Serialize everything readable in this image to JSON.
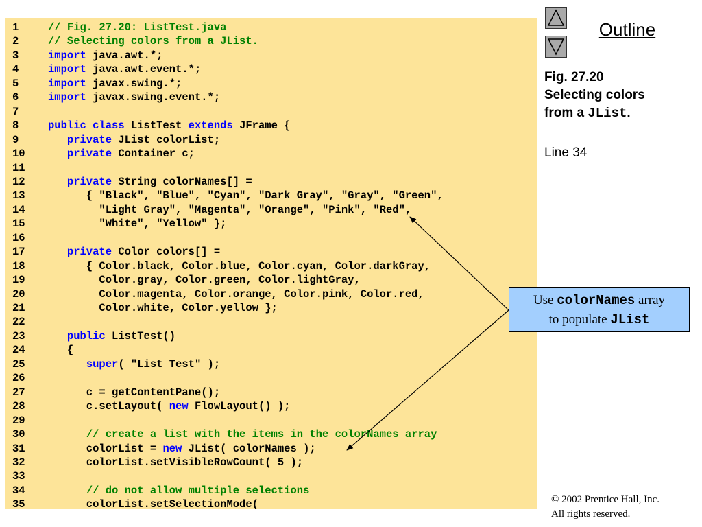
{
  "outline_label": "Outline",
  "nav": {
    "up_icon": "triangle-up-icon",
    "down_icon": "triangle-down-icon"
  },
  "caption": {
    "line1": "Fig. 27.20",
    "line2": "Selecting colors",
    "line3_prefix": "from a ",
    "line3_code": "JList",
    "line3_suffix": "."
  },
  "line_ref": "Line 34",
  "callout": {
    "prefix": "Use ",
    "code1": "colorNames",
    "mid": " array",
    "line2_prefix": "to populate ",
    "code2": "JList"
  },
  "copyright": {
    "symbol": "©",
    "line1": " 2002 Prentice Hall, Inc.",
    "line2": "All rights reserved."
  },
  "colors": {
    "code_bg": "#fde499",
    "keyword": "#0000ff",
    "comment": "#008000",
    "callout_bg": "#a3cffe"
  },
  "code_lines": [
    {
      "n": "1",
      "parts": [
        [
          "cm",
          "// Fig. 27.20: ListTest.java"
        ]
      ]
    },
    {
      "n": "2",
      "parts": [
        [
          "cm",
          "// Selecting colors from a JList."
        ]
      ]
    },
    {
      "n": "3",
      "parts": [
        [
          "kw",
          "import"
        ],
        [
          "t",
          " java.awt.*;"
        ]
      ]
    },
    {
      "n": "4",
      "parts": [
        [
          "kw",
          "import"
        ],
        [
          "t",
          " java.awt.event.*;"
        ]
      ]
    },
    {
      "n": "5",
      "parts": [
        [
          "kw",
          "import"
        ],
        [
          "t",
          " javax.swing.*;"
        ]
      ]
    },
    {
      "n": "6",
      "parts": [
        [
          "kw",
          "import"
        ],
        [
          "t",
          " javax.swing.event.*;"
        ]
      ]
    },
    {
      "n": "7",
      "parts": []
    },
    {
      "n": "8",
      "parts": [
        [
          "kw",
          "public class"
        ],
        [
          "t",
          " ListTest "
        ],
        [
          "kw",
          "extends"
        ],
        [
          "t",
          " JFrame {"
        ]
      ]
    },
    {
      "n": "9",
      "parts": [
        [
          "t",
          "   "
        ],
        [
          "kw",
          "private"
        ],
        [
          "t",
          " JList colorList;"
        ]
      ]
    },
    {
      "n": "10",
      "parts": [
        [
          "t",
          "   "
        ],
        [
          "kw",
          "private"
        ],
        [
          "t",
          " Container c;"
        ]
      ]
    },
    {
      "n": "11",
      "parts": []
    },
    {
      "n": "12",
      "parts": [
        [
          "t",
          "   "
        ],
        [
          "kw",
          "private"
        ],
        [
          "t",
          " String colorNames[] ="
        ]
      ]
    },
    {
      "n": "13",
      "parts": [
        [
          "t",
          "      { \"Black\", \"Blue\", \"Cyan\", \"Dark Gray\", \"Gray\", \"Green\","
        ]
      ]
    },
    {
      "n": "14",
      "parts": [
        [
          "t",
          "        \"Light Gray\", \"Magenta\", \"Orange\", \"Pink\", \"Red\","
        ]
      ]
    },
    {
      "n": "15",
      "parts": [
        [
          "t",
          "        \"White\", \"Yellow\" };"
        ]
      ]
    },
    {
      "n": "16",
      "parts": []
    },
    {
      "n": "17",
      "parts": [
        [
          "t",
          "   "
        ],
        [
          "kw",
          "private"
        ],
        [
          "t",
          " Color colors[] ="
        ]
      ]
    },
    {
      "n": "18",
      "parts": [
        [
          "t",
          "      { Color.black, Color.blue, Color.cyan, Color.darkGray,"
        ]
      ]
    },
    {
      "n": "19",
      "parts": [
        [
          "t",
          "        Color.gray, Color.green, Color.lightGray,"
        ]
      ]
    },
    {
      "n": "20",
      "parts": [
        [
          "t",
          "        Color.magenta, Color.orange, Color.pink, Color.red,"
        ]
      ]
    },
    {
      "n": "21",
      "parts": [
        [
          "t",
          "        Color.white, Color.yellow };"
        ]
      ]
    },
    {
      "n": "22",
      "parts": []
    },
    {
      "n": "23",
      "parts": [
        [
          "t",
          "   "
        ],
        [
          "kw",
          "public"
        ],
        [
          "t",
          " ListTest()"
        ]
      ]
    },
    {
      "n": "24",
      "parts": [
        [
          "t",
          "   {"
        ]
      ]
    },
    {
      "n": "25",
      "parts": [
        [
          "t",
          "      "
        ],
        [
          "kw",
          "super"
        ],
        [
          "t",
          "( \"List Test\" );"
        ]
      ]
    },
    {
      "n": "26",
      "parts": []
    },
    {
      "n": "27",
      "parts": [
        [
          "t",
          "      c = getContentPane();"
        ]
      ]
    },
    {
      "n": "28",
      "parts": [
        [
          "t",
          "      c.setLayout( "
        ],
        [
          "kw",
          "new"
        ],
        [
          "t",
          " FlowLayout() );"
        ]
      ]
    },
    {
      "n": "29",
      "parts": []
    },
    {
      "n": "30",
      "parts": [
        [
          "t",
          "      "
        ],
        [
          "cm",
          "// create a list with the items in the colorNames array"
        ]
      ]
    },
    {
      "n": "31",
      "parts": [
        [
          "t",
          "      colorList = "
        ],
        [
          "kw",
          "new"
        ],
        [
          "t",
          " JList( colorNames );"
        ]
      ]
    },
    {
      "n": "32",
      "parts": [
        [
          "t",
          "      colorList.setVisibleRowCount( 5 );"
        ]
      ]
    },
    {
      "n": "33",
      "parts": []
    },
    {
      "n": "34",
      "parts": [
        [
          "t",
          "      "
        ],
        [
          "cm",
          "// do not allow multiple selections"
        ]
      ]
    },
    {
      "n": "35",
      "parts": [
        [
          "t",
          "      colorList.setSelectionMode("
        ]
      ]
    }
  ]
}
